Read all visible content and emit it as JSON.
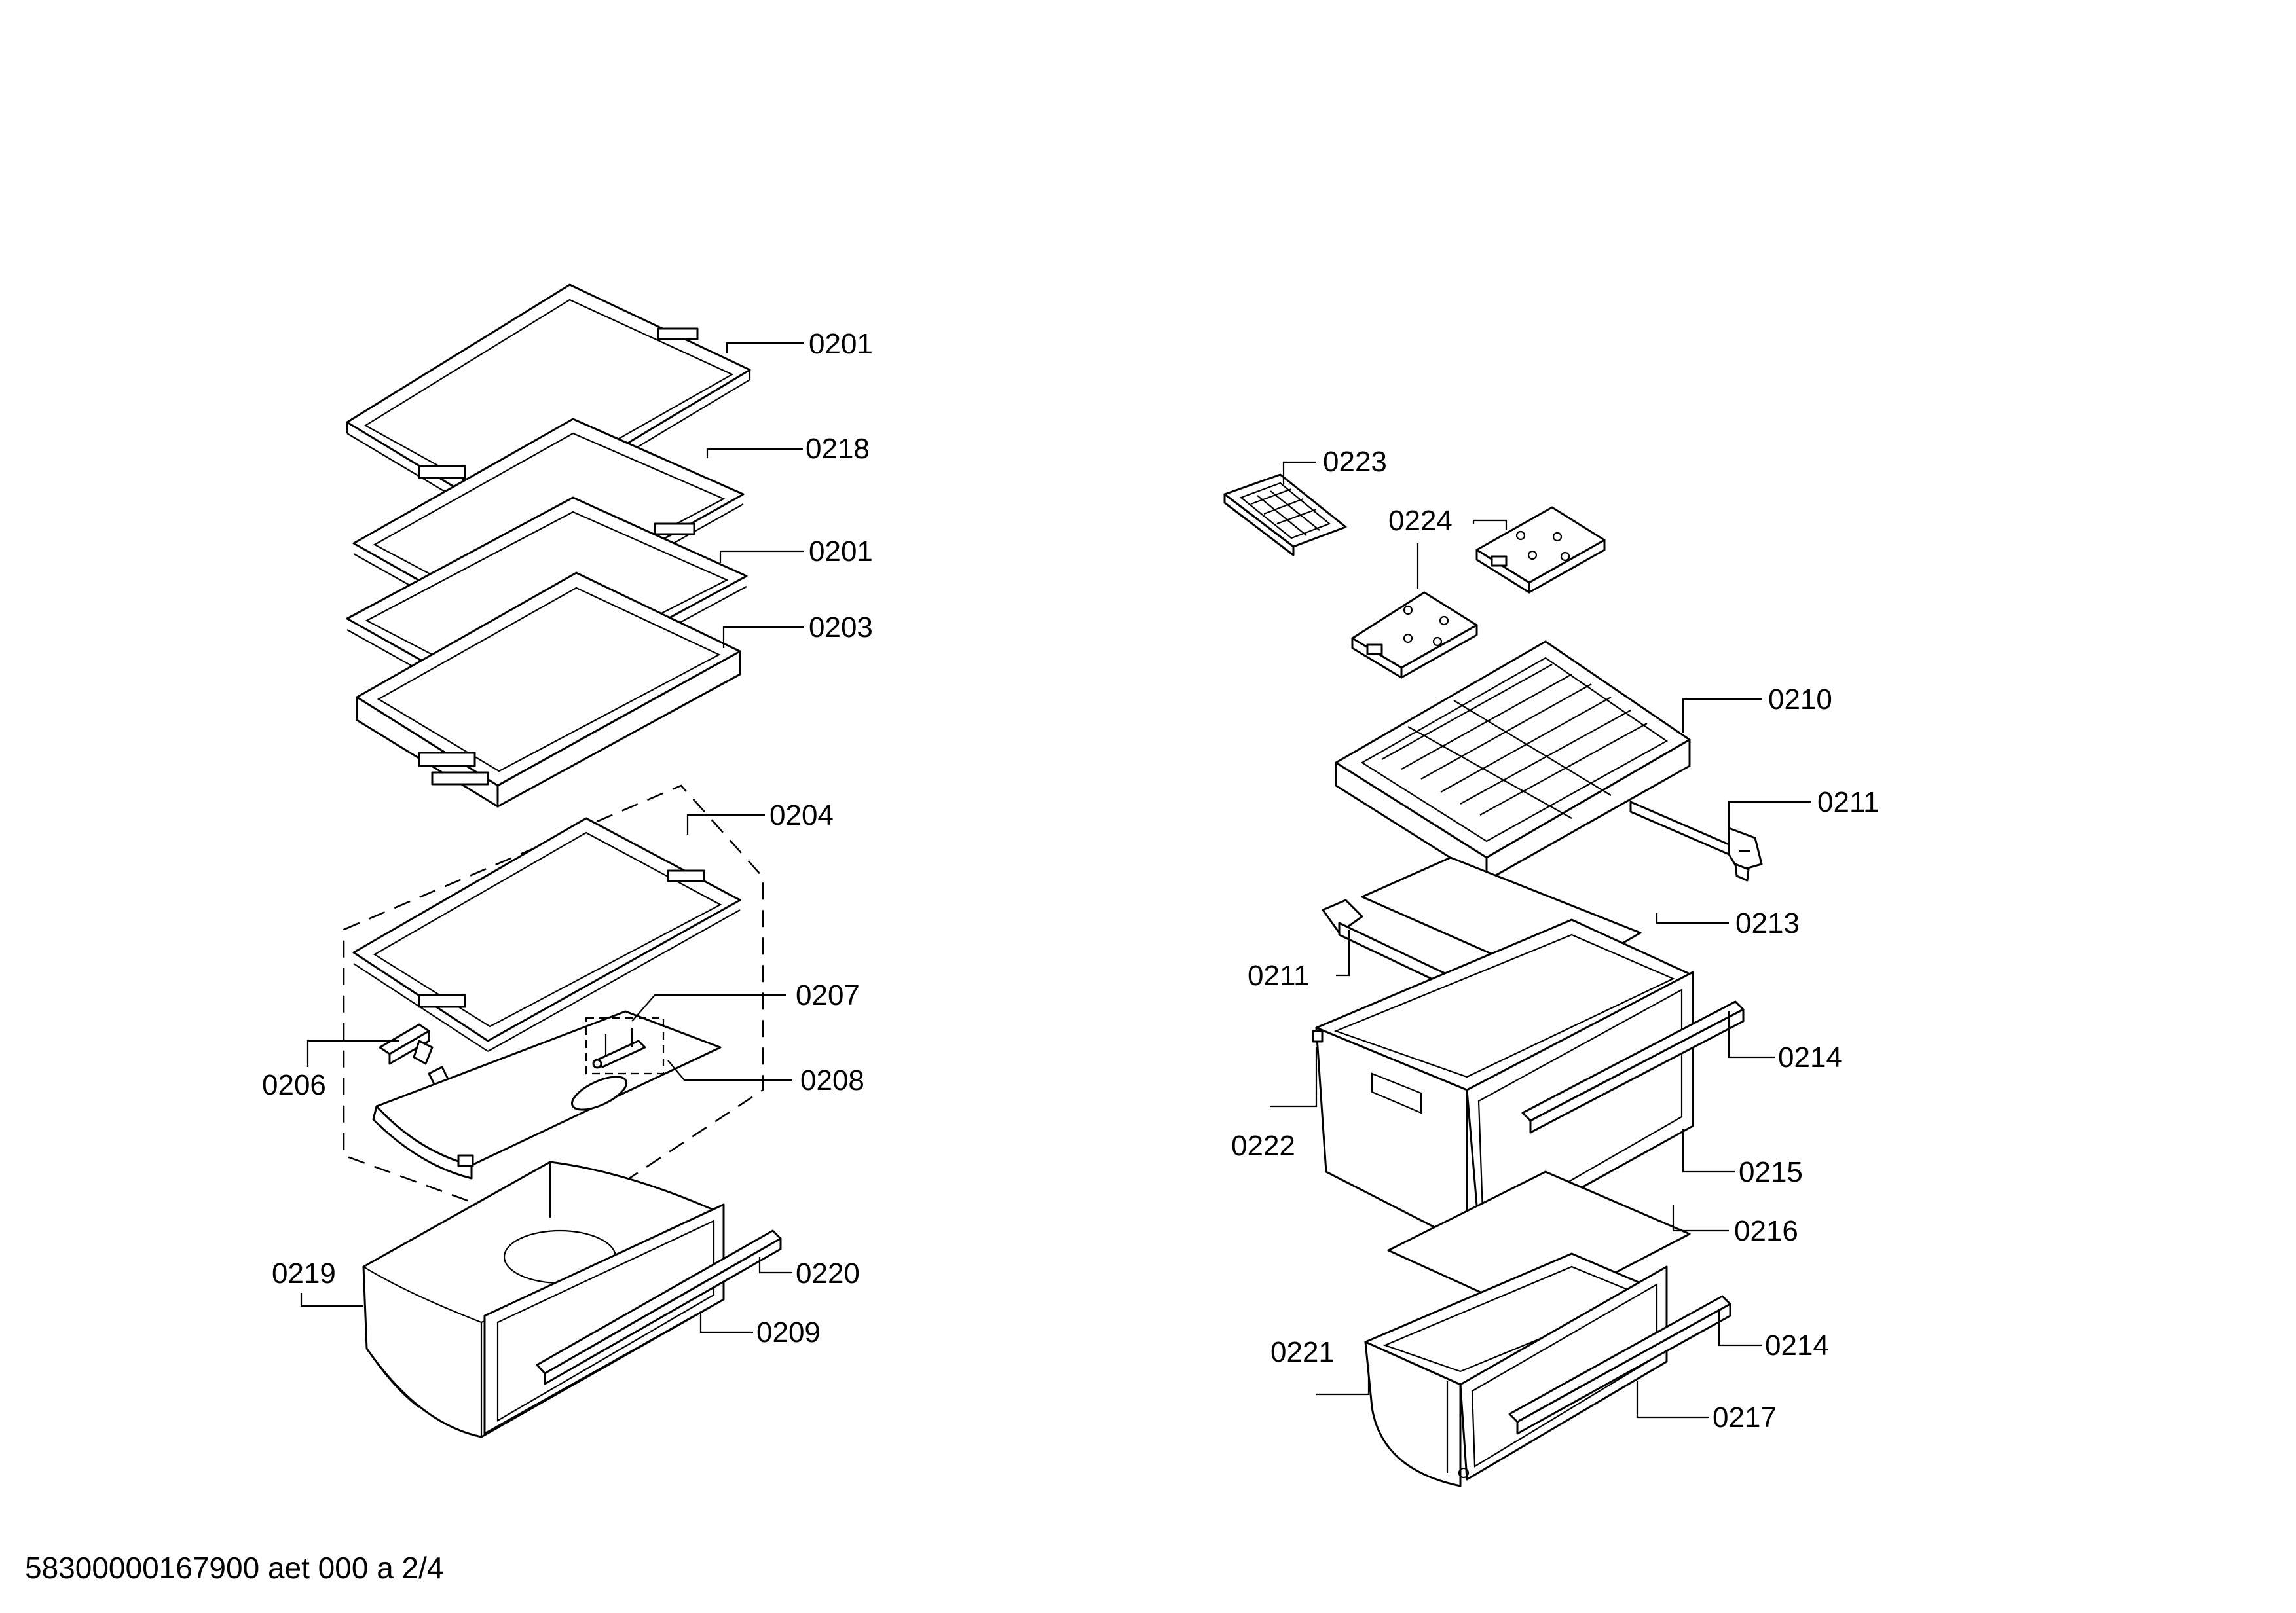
{
  "labels": {
    "p0201a": "0201",
    "p0218": "0218",
    "p0201b": "0201",
    "p0203": "0203",
    "p0204": "0204",
    "p0207": "0207",
    "p0206": "0206",
    "p0208": "0208",
    "p0219": "0219",
    "p0220": "0220",
    "p0209": "0209",
    "p0223": "0223",
    "p0224": "0224",
    "p0210": "0210",
    "p0211a": "0211",
    "p0213": "0213",
    "p0211b": "0211",
    "p0214a": "0214",
    "p0222": "0222",
    "p0215": "0215",
    "p0216": "0216",
    "p0221": "0221",
    "p0214b": "0214",
    "p0217": "0217"
  },
  "footer": "58300000167900 aet 000 a 2/4"
}
